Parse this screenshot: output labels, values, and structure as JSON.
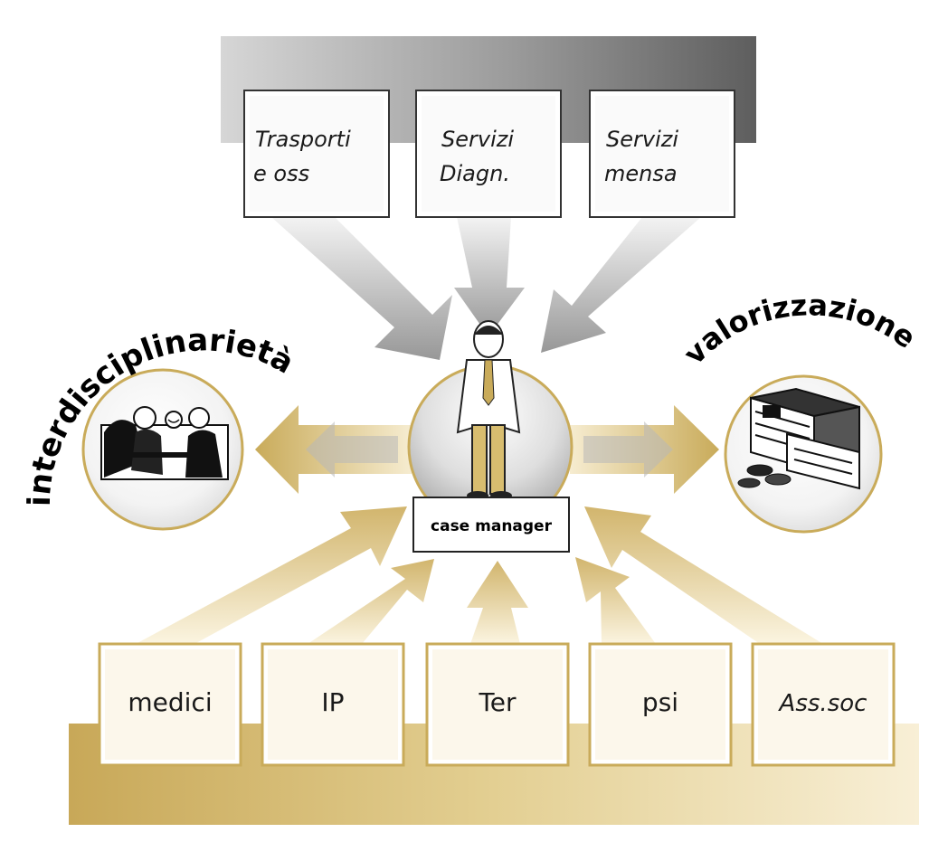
{
  "top_services": [
    {
      "line1": "Trasporti",
      "line2": "e oss"
    },
    {
      "line1": "Servizi",
      "line2": "Diagn."
    },
    {
      "line1": "Servizi",
      "line2": "mensa"
    }
  ],
  "left_label": "interdisciplinarietà",
  "right_label": "valorizzazione",
  "center_label": "case manager",
  "bottom_roles": [
    {
      "label": "medici"
    },
    {
      "label": "IP"
    },
    {
      "label": "Ter"
    },
    {
      "label": "psi"
    },
    {
      "label": "Ass.soc"
    }
  ],
  "colors": {
    "gold": "#c9ab5a",
    "gold_light": "#f1e3b4",
    "grey_dark": "#6d6d6d",
    "grey_light": "#d8d8d8"
  }
}
